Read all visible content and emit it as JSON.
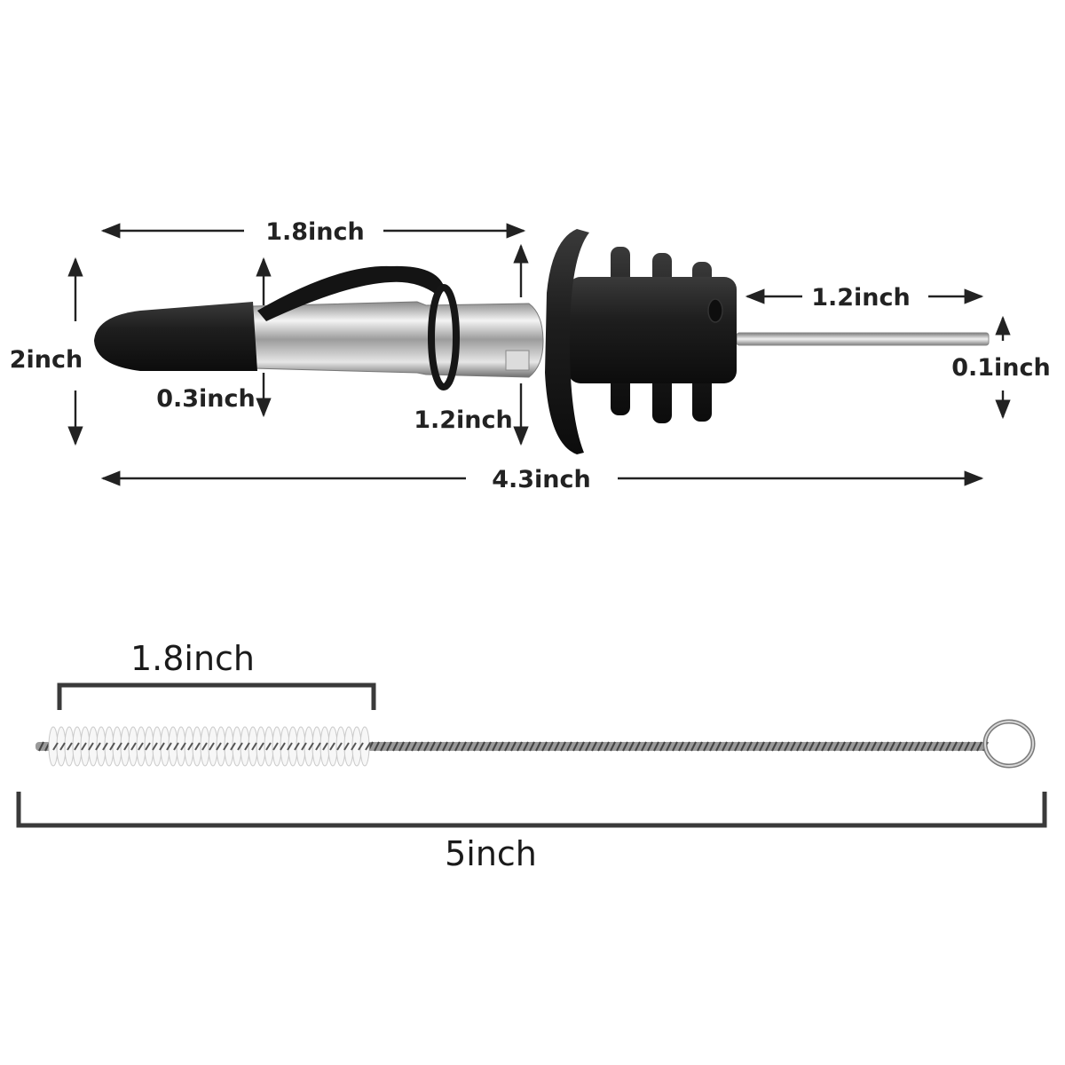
{
  "pourer": {
    "labels": {
      "spout_length": "1.8inch",
      "total_height": "2inch",
      "spout_diameter": "0.3inch",
      "cork_diameter": "1.2inch",
      "tube_length": "1.2inch",
      "tube_diameter": "0.1inch",
      "total_length": "4.3inch"
    }
  },
  "brush": {
    "labels": {
      "bristle_length": "1.8inch",
      "total_length": "5inch"
    }
  },
  "colors": {
    "rubber": "#1f1f1f",
    "steel": "#b8b8b8",
    "annotation": "#222222",
    "bracket": "#3a3a3a"
  }
}
